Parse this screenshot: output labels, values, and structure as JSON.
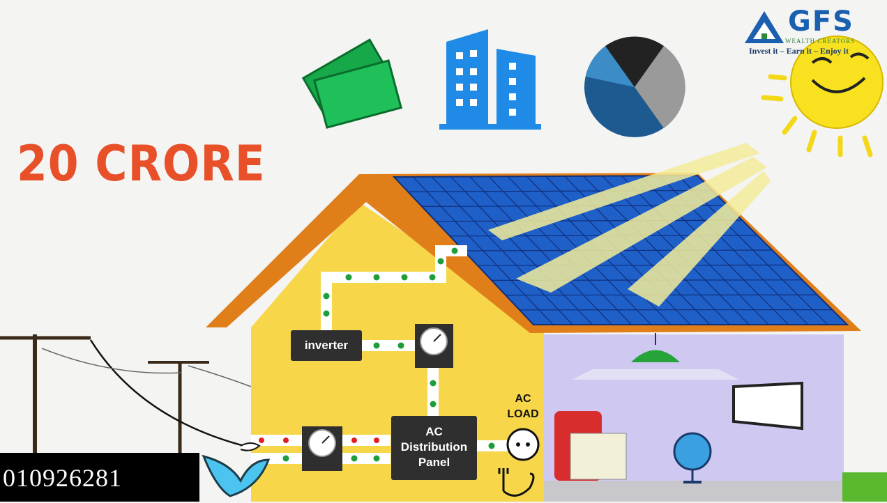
{
  "headline": "20 CRORE",
  "logo": {
    "name": "GFS",
    "subtitle": "WEALTH CREATORS",
    "tagline": "Invest it – Earn it – Enjoy it"
  },
  "labels": {
    "inverter": "inverter",
    "ac_panel": [
      "AC",
      "Distribution",
      "Panel"
    ],
    "ac_load": [
      "AC",
      "LOAD"
    ]
  },
  "phone": "010926281",
  "colors": {
    "headline": "#e8502a",
    "roof": "#e07f1a",
    "house": "#f7d64a",
    "panel": "#1f5fc8",
    "room": "#cfc9f2",
    "sun": "#f8e21f",
    "arrow_green": "#1e9e3a",
    "arrow_red": "#e02020"
  }
}
